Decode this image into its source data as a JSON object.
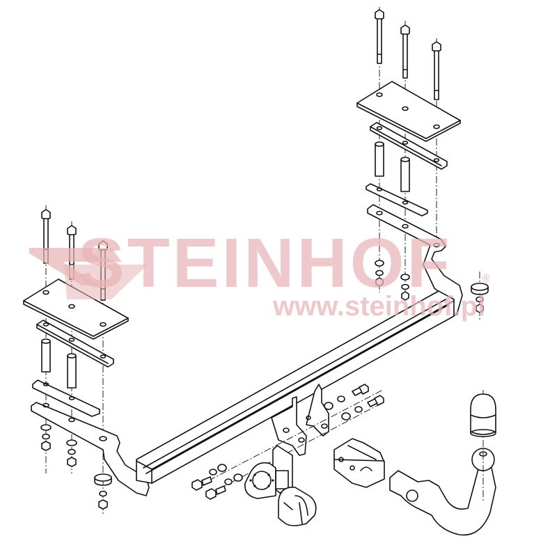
{
  "diagram": {
    "type": "exploded-assembly",
    "subject": "detachable tow bar (towing hitch) assembly",
    "watermark": {
      "brand": "STEINHOF",
      "registered_mark": "®",
      "url": "www.steinhof.pl",
      "color": "#e8b4b6"
    },
    "line_color": "#111111",
    "background": "#ffffff",
    "parts": [
      {
        "id": "right-bolts",
        "label": "long hex bolts (x3, right side)"
      },
      {
        "id": "right-top-plate",
        "label": "mounting plate (right)"
      },
      {
        "id": "right-strip",
        "label": "flat strip (right)"
      },
      {
        "id": "right-spacers",
        "label": "spacer tubes (x2, right)"
      },
      {
        "id": "right-lower-plate",
        "label": "lower plate (right)"
      },
      {
        "id": "right-arm",
        "label": "side mounting arm (right)"
      },
      {
        "id": "left-bolts",
        "label": "long hex bolts (x3, left side)"
      },
      {
        "id": "left-top-plate",
        "label": "mounting plate (left)"
      },
      {
        "id": "left-strip",
        "label": "flat strip (left)"
      },
      {
        "id": "left-spacers",
        "label": "spacer tubes (x2, left)"
      },
      {
        "id": "left-lower-plate",
        "label": "lower plate (left)"
      },
      {
        "id": "left-arm",
        "label": "side mounting arm (left)"
      },
      {
        "id": "crossbar",
        "label": "main crossbar beam"
      },
      {
        "id": "brackets",
        "label": "center mounting brackets"
      },
      {
        "id": "socket-plate",
        "label": "electrical socket plate"
      },
      {
        "id": "socket",
        "label": "7/13-pin socket"
      },
      {
        "id": "receiver",
        "label": "ball neck receiver"
      },
      {
        "id": "ball-neck",
        "label": "detachable ball neck"
      },
      {
        "id": "ball-cap",
        "label": "tow ball cover cap"
      },
      {
        "id": "fasteners",
        "label": "bolts, washers and nuts"
      }
    ]
  }
}
